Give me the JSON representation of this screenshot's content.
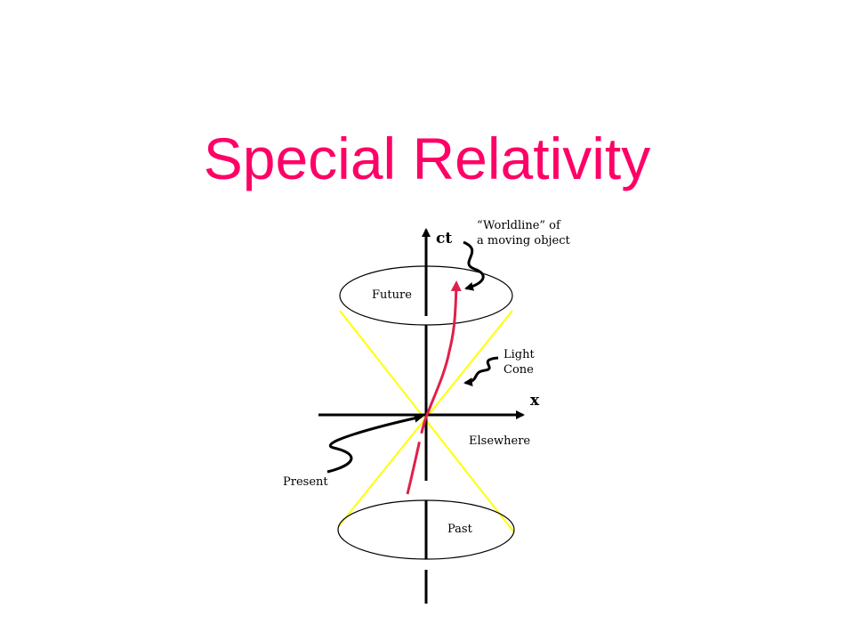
{
  "slide": {
    "title": "Special Relativity",
    "title_color": "#ff0066"
  },
  "diagram": {
    "axis_time_label": "ct",
    "axis_space_label": "x",
    "region_future": "Future",
    "region_past": "Past",
    "region_elsewhere": "Elsewhere",
    "present_label": "Present",
    "light_cone_label_line1": "Light",
    "light_cone_label_line2": "Cone",
    "worldline_label_line1": "“Worldline” of",
    "worldline_label_line2": "a moving object",
    "colors": {
      "light_cone": "#ffff00",
      "worldline": "#e0204a",
      "axes": "#000000"
    }
  }
}
